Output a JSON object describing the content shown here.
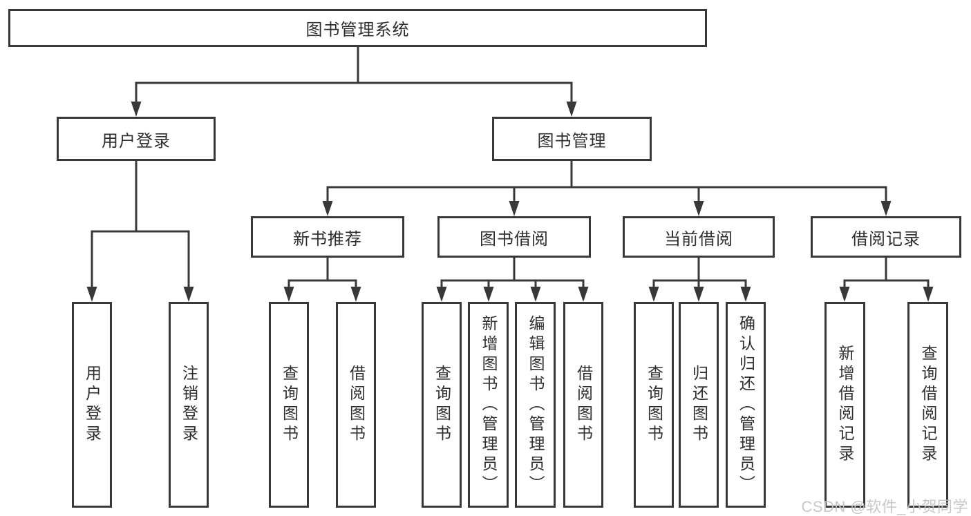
{
  "diagram_type": "hierarchy-tree",
  "colors": {
    "line": "#383838",
    "box_border": "#383838",
    "box_fill": "#ffffff",
    "text": "#2f2f2f",
    "watermark": "#c4c4c4",
    "background": "#ffffff"
  },
  "watermark": "CSDN @软件_小贺同学",
  "nodes": {
    "root": "图书管理系统",
    "user_login": "用户登录",
    "book_mgmt": "图书管理",
    "new_book_rec": "新书推荐",
    "book_borrow": "图书借阅",
    "current_borrow": "当前借阅",
    "borrow_record": "借阅记录",
    "ul_login": "用户登录",
    "ul_logout": "注销登录",
    "nb_query": "查询图书",
    "nb_borrow": "借阅图书",
    "bb_query": "查询图书",
    "bb_add": "新增图书（管理员）",
    "bb_edit": "编辑图书（管理员）",
    "bb_borrow": "借阅图书",
    "cb_query": "查询图书",
    "cb_return": "归还图书",
    "cb_confirm": "确认归还（管理员）",
    "br_add": "新增借阅记录",
    "br_query": "查询借阅记录"
  },
  "hierarchy": {
    "图书管理系统": {
      "用户登录": [
        "用户登录",
        "注销登录"
      ],
      "图书管理": {
        "新书推荐": [
          "查询图书",
          "借阅图书"
        ],
        "图书借阅": [
          "查询图书",
          "新增图书（管理员）",
          "编辑图书（管理员）",
          "借阅图书"
        ],
        "当前借阅": [
          "查询图书",
          "归还图书",
          "确认归还（管理员）"
        ],
        "借阅记录": [
          "新增借阅记录",
          "查询借阅记录"
        ]
      }
    }
  }
}
